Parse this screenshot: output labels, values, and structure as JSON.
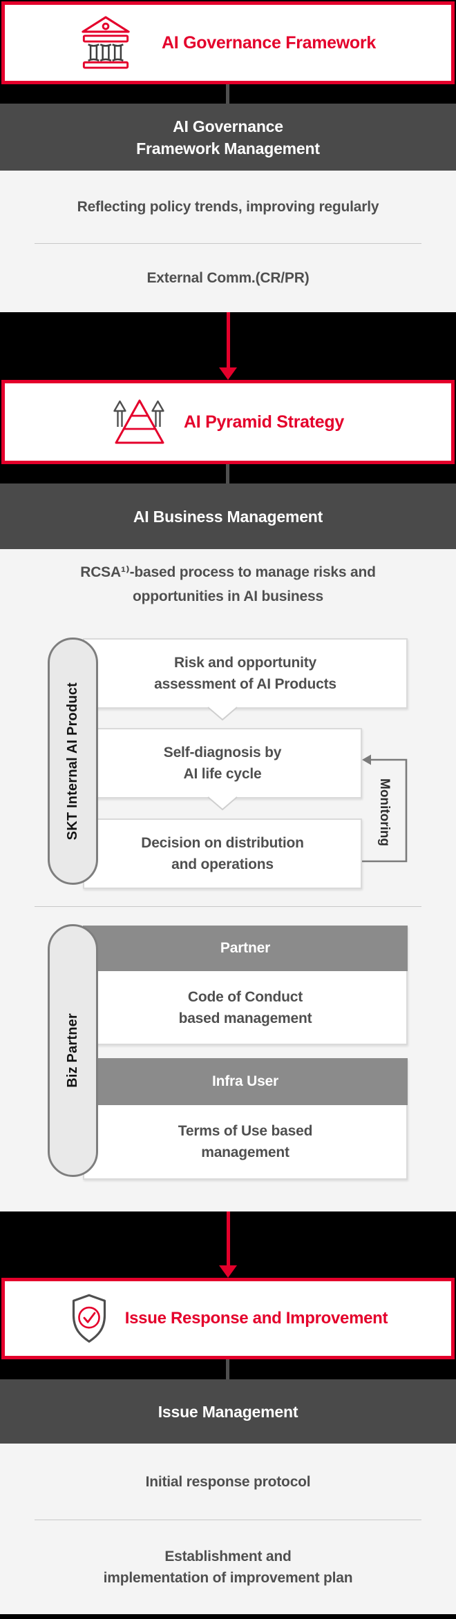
{
  "palette": {
    "brand_red": "#e4002b",
    "background": "#000000",
    "dark_header_bg": "#4a4a4a",
    "light_panel_bg": "#f4f4f4",
    "gray_bar_bg": "#8b8b8b",
    "pill_fill": "#e9e9e9",
    "pill_border": "#7e7e7e",
    "body_text": "#4f4f4f"
  },
  "flow": {
    "governance": {
      "banner": {
        "icon": "bank-icon",
        "label": "AI Governance Framework"
      },
      "header": "AI Governance\nFramework Management",
      "items": [
        "Reflecting policy trends, improving regularly",
        "External Comm.(CR/PR)"
      ]
    },
    "pyramid": {
      "banner": {
        "icon": "pyramid-icon",
        "label": "AI Pyramid Strategy"
      },
      "header": "AI Business Management",
      "intro": "RCSA¹⁾-based process to manage risks and\nopportunities in AI business",
      "internal": {
        "side_label": "SKT Internal AI Product",
        "steps": [
          "Risk and opportunity\nassessment of AI Products",
          "Self-diagnosis by\nAI life cycle",
          "Decision on distribution\nand operations"
        ],
        "feedback_label": "Monitoring"
      },
      "partner": {
        "side_label": "Biz Partner",
        "subgroups": [
          {
            "title": "Partner",
            "body": "Code of Conduct\nbased management"
          },
          {
            "title": "Infra User",
            "body": "Terms of Use based\nmanagement"
          }
        ]
      }
    },
    "issue": {
      "banner": {
        "icon": "shield-check-icon",
        "label": "Issue Response and Improvement"
      },
      "header": "Issue Management",
      "items": [
        "Initial response protocol",
        "Establishment and\nimplementation of improvement plan"
      ]
    }
  }
}
